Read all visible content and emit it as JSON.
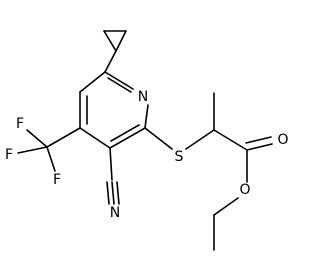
{
  "structure": {
    "atoms": {
      "N_ring": "N",
      "S": "S",
      "O_carbonyl": "O",
      "O_ester": "O",
      "N_nitrile": "N",
      "F1": "F",
      "F2": "F",
      "F3": "F"
    }
  },
  "colors": {
    "bond": "#000000",
    "label": "#000000",
    "background": "#ffffff"
  }
}
